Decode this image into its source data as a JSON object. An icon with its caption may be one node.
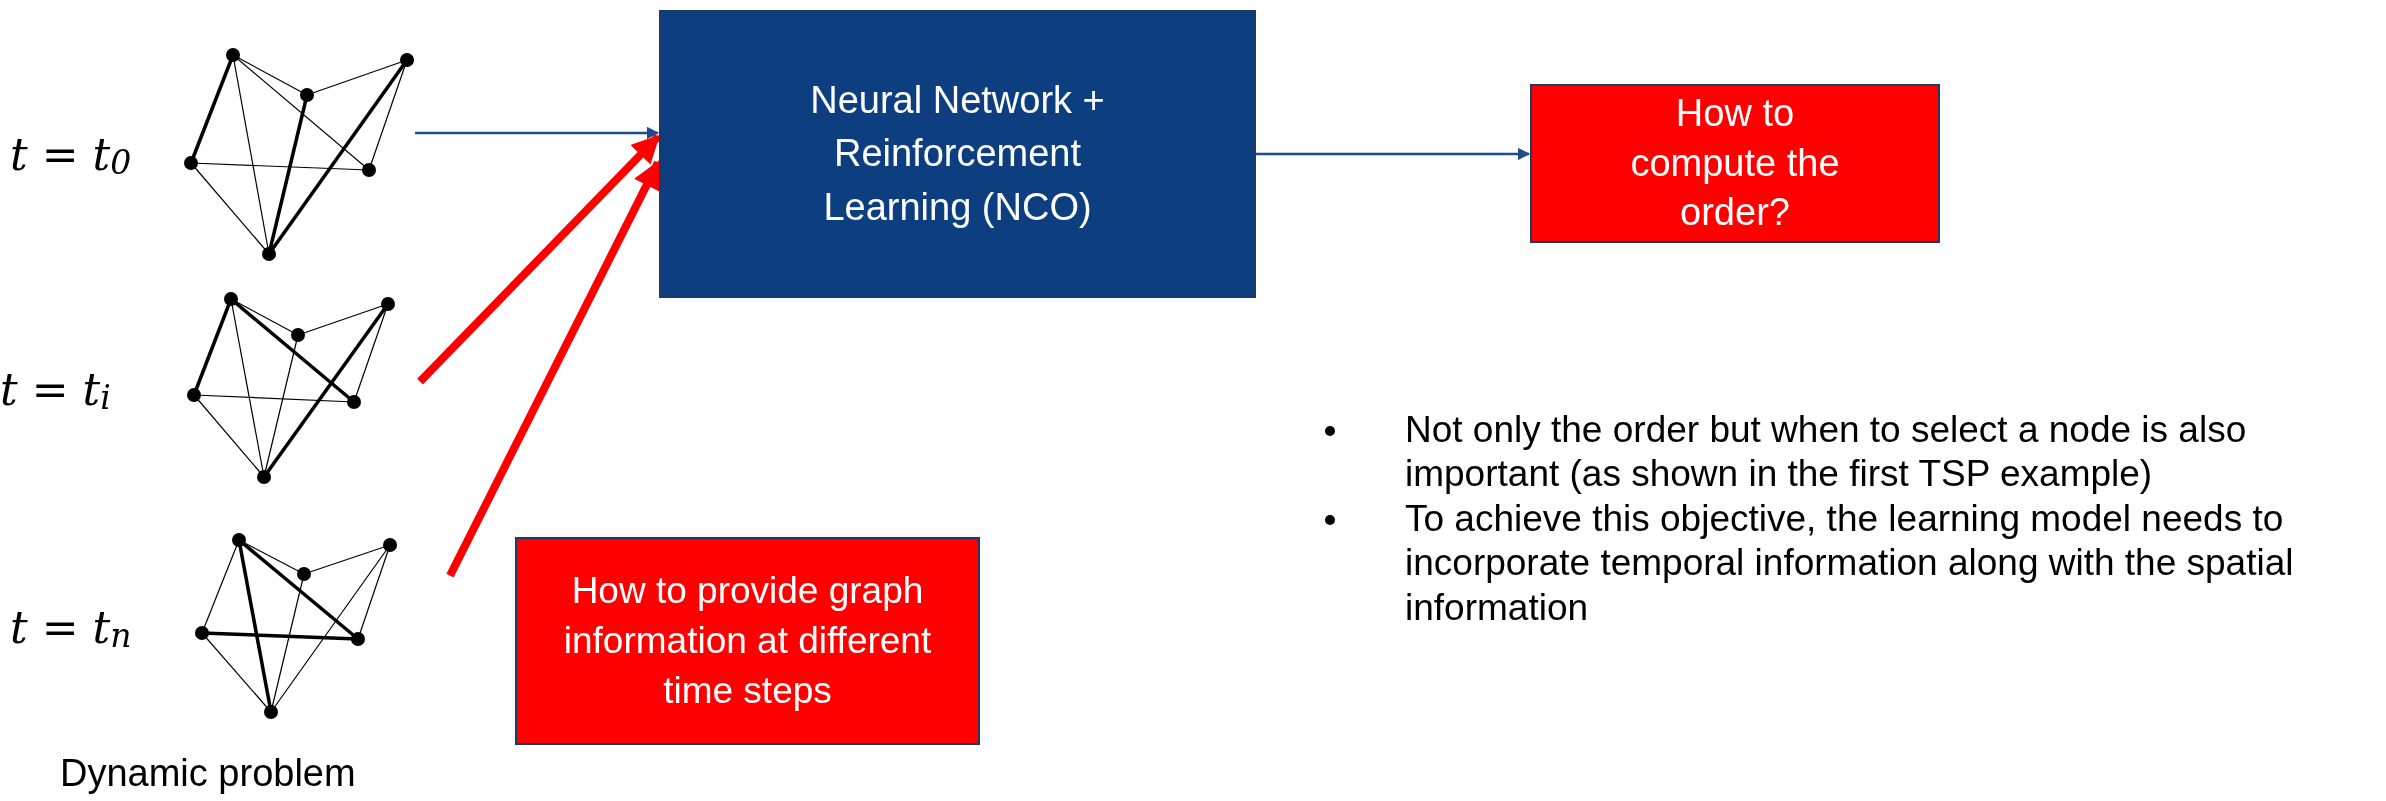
{
  "diagram": {
    "nodes": [
      {
        "text": [],
        "shape": "picture",
        "beside": [
          "t = t$_{0}$"
        ]
      },
      {
        "text": [],
        "shape": "picture",
        "beside": [
          "t = t$_{i}$"
        ]
      },
      {
        "text": [],
        "shape": "picture",
        "beside": [
          "t = t$_{n}$"
        ]
      },
      {
        "text": [
          "Neural Network + Reinforcement Learning (NCO)"
        ]
      },
      {
        "text": [
          "How to compute the order?"
        ]
      },
      {
        "text": [
          "How to provide graph information at different time steps"
        ]
      }
    ],
    "edges": [
      {
        "from": 0,
        "to": 3,
        "arrow": "to",
        "color": "#1f4e8c"
      },
      {
        "from": 1,
        "to": 3,
        "arrow": "to",
        "style": "thick",
        "color": "#ff0000"
      },
      {
        "from": 2,
        "to": 3,
        "arrow": "to",
        "style": "thick",
        "color": "#ff0000"
      },
      {
        "from": 3,
        "to": 4,
        "arrow": "to",
        "color": "#1f4e8c"
      }
    ],
    "labels": [
      "Dynamic problem",
      "Not only the order but when to select a node is also important (as shown in the first TSP example)",
      "To achieve this objective, the learning model needs to incorporate temporal information along with the spatial information"
    ]
  }
}
